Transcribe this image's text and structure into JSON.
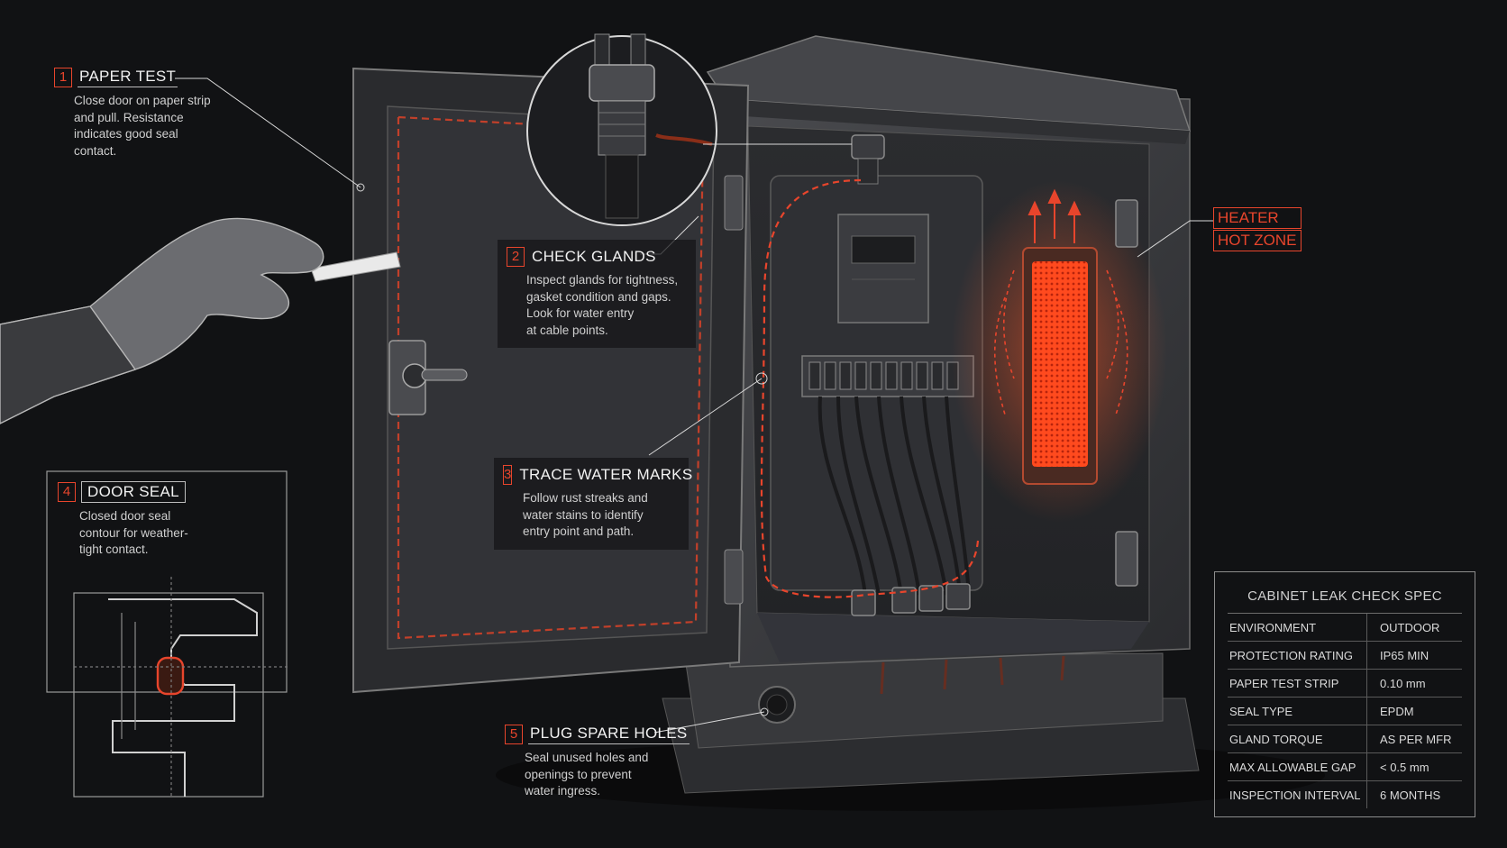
{
  "callouts": [
    {
      "num": "1",
      "title": "PAPER TEST",
      "body": "Close door on paper strip\nand pull. Resistance\nindicates good seal\ncontact."
    },
    {
      "num": "2",
      "title": "CHECK GLANDS",
      "body": "Inspect glands for tightness,\ngasket condition and gaps.\nLook for water entry\nat cable points."
    },
    {
      "num": "3",
      "title": "TRACE WATER MARKS",
      "body": "Follow rust streaks and\nwater stains to identify\nentry point and path."
    },
    {
      "num": "4",
      "title": "DOOR SEAL",
      "body": "Closed door seal\ncontour for weather-\ntight contact."
    },
    {
      "num": "5",
      "title": "PLUG SPARE HOLES",
      "body": "Seal unused holes and\nopenings to prevent\nwater ingress."
    }
  ],
  "heater": {
    "line1": "HEATER",
    "line2": "HOT ZONE"
  },
  "spec": {
    "title": "CABINET LEAK CHECK SPEC",
    "rows": [
      {
        "key": "ENVIRONMENT",
        "value": "OUTDOOR"
      },
      {
        "key": "PROTECTION RATING",
        "value": "IP65 MIN"
      },
      {
        "key": "PAPER TEST STRIP",
        "value": "0.10 mm"
      },
      {
        "key": "SEAL TYPE",
        "value": "EPDM"
      },
      {
        "key": "GLAND TORQUE",
        "value": "AS PER MFR"
      },
      {
        "key": "MAX ALLOWABLE GAP",
        "value": "< 0.5 mm"
      },
      {
        "key": "INSPECTION INTERVAL",
        "value": "6 MONTHS"
      }
    ]
  },
  "colors": {
    "accent": "#e8452c",
    "background": "#111214",
    "steel": "#3a3b3e"
  }
}
